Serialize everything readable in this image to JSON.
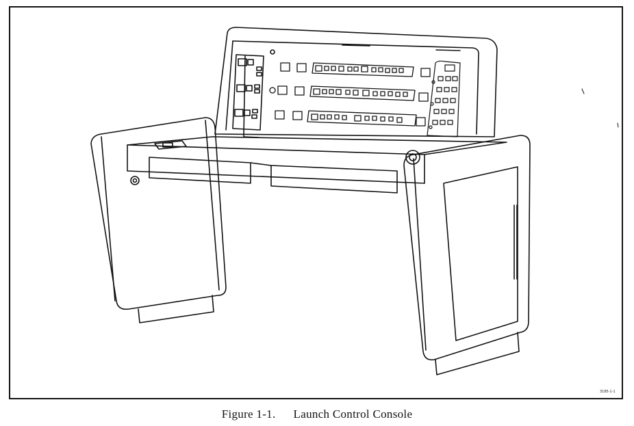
{
  "figure": {
    "number": "Figure 1-1.",
    "title": "Launch Control Console",
    "reference_code": "3185-1-1"
  },
  "drawing_subject": "launch-control-console",
  "colors": {
    "line": "#111111",
    "paper": "#ffffff"
  }
}
